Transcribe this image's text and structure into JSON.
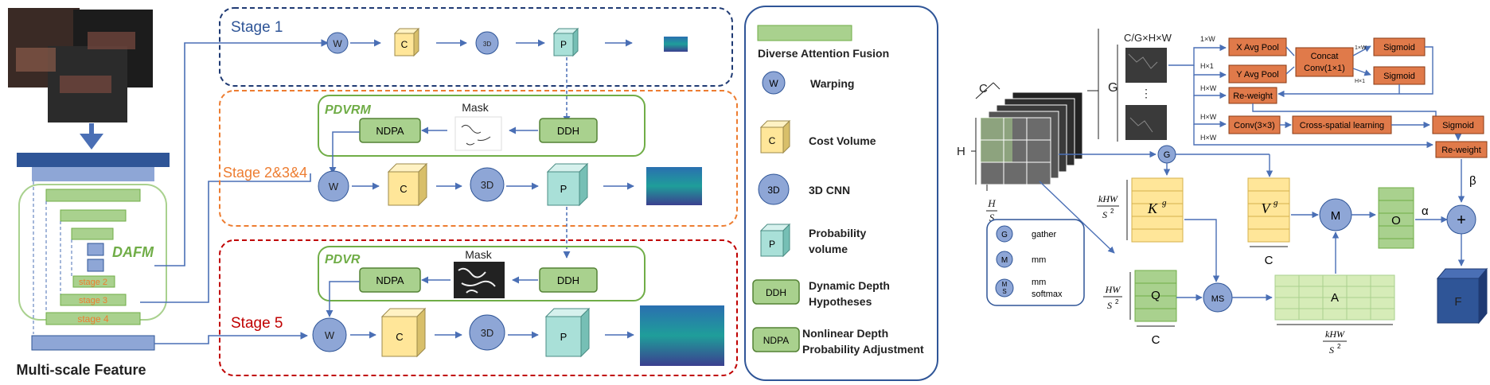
{
  "left": {
    "multi_scale_feature": "Multi-scale Feature",
    "dafm": "DAFM",
    "stage_levels": [
      "stage 2",
      "stage 3",
      "stage 4"
    ],
    "stage1": "Stage 1",
    "stage234": "Stage 2&3&4",
    "stage5": "Stage 5",
    "pdvrm": "PDVRM",
    "pdvr": "PDVR",
    "mask": "Mask",
    "ddh": "DDH",
    "ndpa": "NDPA",
    "w": "W",
    "c": "C",
    "three_d": "3D",
    "p": "P"
  },
  "legend": {
    "items": [
      {
        "label": "Diverse  Attention Fusion"
      },
      {
        "symbol": "W",
        "label": "Warping"
      },
      {
        "symbol": "C",
        "label": "Cost Volume"
      },
      {
        "symbol": "3D",
        "label": "3D CNN"
      },
      {
        "symbol": "P",
        "label": "Probability",
        "label2": "volume"
      },
      {
        "symbol": "DDH",
        "label": "Dynamic Depth",
        "label2": "Hypotheses"
      },
      {
        "symbol": "NDPA",
        "label": "Nonlinear Depth",
        "label2": "Probability Adjustment"
      }
    ]
  },
  "right": {
    "c_label": "C",
    "h_label": "H",
    "h_over_s": "H",
    "s_denom": "S",
    "g_label": "G",
    "cg_label": "C/G×H×W",
    "dots": "⋮",
    "dims": {
      "1xw": "1×W",
      "hx1": "H×1",
      "hxw1": "H×W",
      "hxw2": "H×W",
      "hxw3": "H×W",
      "1xw_b": "1×W",
      "hx1_b": "H×1"
    },
    "ops": {
      "x_avg_pool": "X Avg Pool",
      "y_avg_pool": "Y Avg Pool",
      "concat": "Concat",
      "conv1": "Conv(1×1)",
      "sigmoid": "Sigmoid",
      "reweight": "Re-weight",
      "conv3": "Conv(3×3)",
      "cross_spatial": "Cross-spatial learning"
    },
    "nodes": {
      "g": "G",
      "m": "M",
      "ms": "MS",
      "plus": "+",
      "k": "K",
      "k_sup": "g",
      "v": "V",
      "v_sup": "g",
      "q": "Q",
      "o": "O",
      "a": "A",
      "f": "F",
      "alpha": "α",
      "beta": "β"
    },
    "fractions": {
      "khw_num": "kHW",
      "s2_den": "S",
      "hw_num": "HW",
      "sq": "2",
      "c_under_q": "C",
      "c_under_v": "C"
    },
    "legend": {
      "g": "G",
      "g_label": "gather",
      "m": "M",
      "m_label": "mm",
      "ms_top": "M",
      "ms_bottom": "S",
      "ms_label": "mm",
      "ms_label2": "softmax"
    }
  },
  "colors": {
    "blue_dark": "#2f5597",
    "node_blue": "#8ea6d6",
    "green_fill": "#a9d18e",
    "green_stroke": "#70ad47",
    "orange": "#ed7d31",
    "stage_red": "#c00000",
    "yellow_cube": "#ffe699",
    "teal_cube": "#a9e0d8",
    "op_orange": "#e07a4a"
  }
}
